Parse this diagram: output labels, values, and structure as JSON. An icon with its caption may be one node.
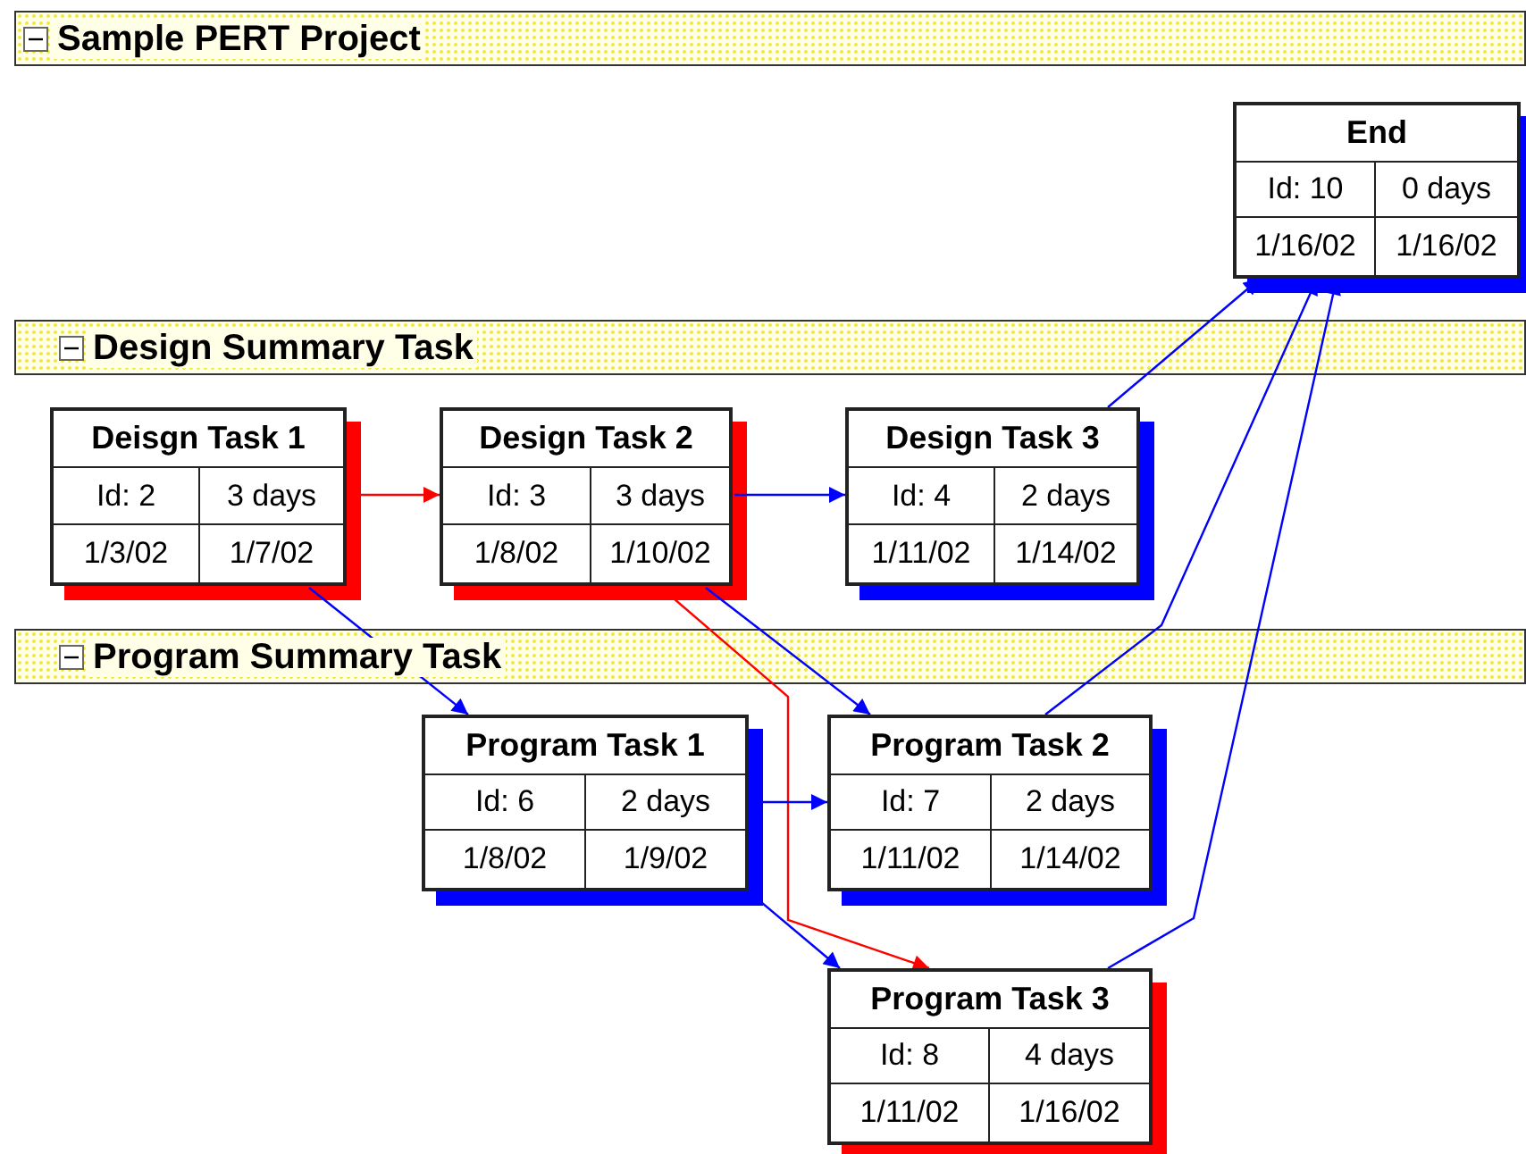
{
  "diagram": {
    "nodes": [
      {
        "text": [
          "End",
          "Id: 10",
          "0 days",
          "1/16/02",
          "1/16/02"
        ]
      },
      {
        "text": [
          "Deisgn Task 1",
          "Id: 2",
          "3 days",
          "1/3/02",
          "1/7/02"
        ]
      },
      {
        "text": [
          "Design Task 2",
          "Id: 3",
          "3 days",
          "1/8/02",
          "1/10/02"
        ]
      },
      {
        "text": [
          "Design Task 3",
          "Id: 4",
          "2 days",
          "1/11/02",
          "1/14/02"
        ]
      },
      {
        "text": [
          "Program Task 1",
          "Id: 6",
          "2 days",
          "1/8/02",
          "1/9/02"
        ]
      },
      {
        "text": [
          "Program Task 2",
          "Id: 7",
          "2 days",
          "1/11/02",
          "1/14/02"
        ]
      },
      {
        "text": [
          "Program Task 3",
          "Id: 8",
          "4 days",
          "1/11/02",
          "1/16/02"
        ]
      }
    ],
    "edges": [
      {
        "from": 1,
        "to": 2,
        "arrow": "to",
        "color": "#ff0000"
      },
      {
        "from": 2,
        "to": 3,
        "arrow": "to"
      },
      {
        "from": 1,
        "to": 4,
        "arrow": "to"
      },
      {
        "from": 2,
        "to": 5,
        "arrow": "to"
      },
      {
        "from": 2,
        "to": 6,
        "arrow": "to",
        "color": "#ff0000"
      },
      {
        "from": 3,
        "to": 0,
        "arrow": "to"
      },
      {
        "from": 4,
        "to": 5,
        "arrow": "to"
      },
      {
        "from": 4,
        "to": 6,
        "arrow": "to"
      },
      {
        "from": 5,
        "to": 0,
        "arrow": "to"
      },
      {
        "from": 6,
        "to": 0,
        "arrow": "to"
      }
    ],
    "labels": [
      "Sample PERT Project",
      "Design Summary Task",
      "Program Summary Task"
    ]
  }
}
